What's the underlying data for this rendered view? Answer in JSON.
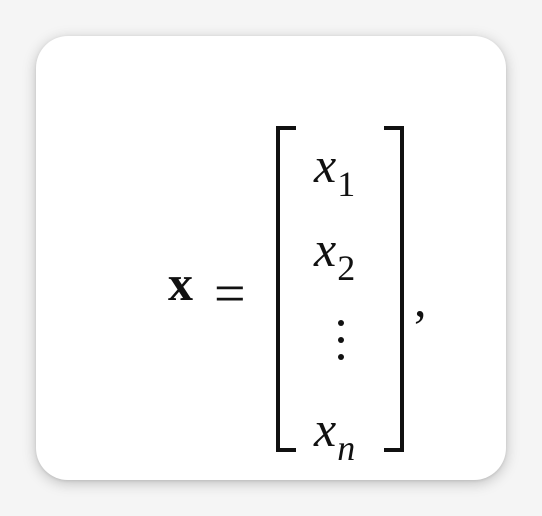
{
  "equation": {
    "lhs": "x",
    "equals": "=",
    "entries": [
      {
        "base": "x",
        "sub": "1"
      },
      {
        "base": "x",
        "sub": "2"
      },
      {
        "base": "x",
        "sub": "n"
      }
    ],
    "vdots": "⋮",
    "trailing": ","
  }
}
